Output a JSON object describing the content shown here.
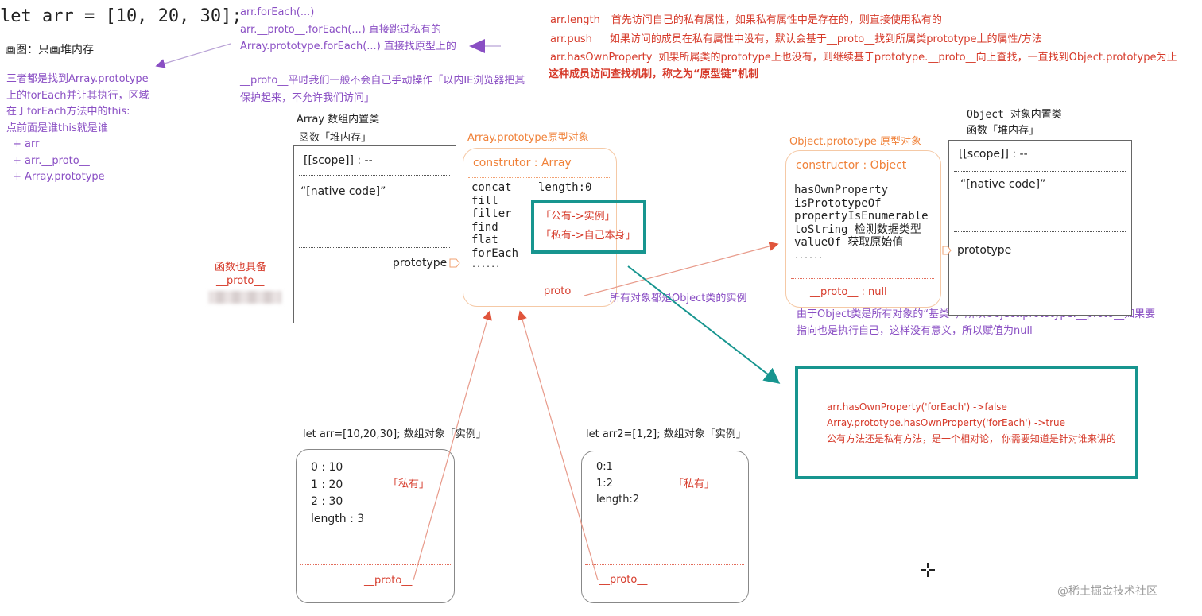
{
  "code_line": "let arr = [10, 20, 30];",
  "heading_note": "画图：只画堆内存",
  "left_notes": [
    "三者都是找到Array.prototype",
    "上的forEach并让其执行，区域",
    "在于forEach方法中的this:",
    "点前面是谁this就是谁",
    "+ arr",
    "+ arr.__proto__",
    "+ Array.prototype"
  ],
  "top_mid_notes": [
    "arr.forEach(...)",
    "arr.__proto__.forEach(...)  直接跳过私有的",
    "Array.prototype.forEach(...)  直接找原型上的",
    "———",
    "__proto__平时我们一般不会自己手动操作「以内IE浏览器把其",
    "保护起来，不允许我们访问」"
  ],
  "top_right_notes": [
    {
      "key": "arr.length",
      "text": "首先访问自己的私有属性，如果私有属性中是存在的，则直接使用私有的"
    },
    {
      "key": "arr.push",
      "text": "如果访问的成员在私有属性中没有，默认会基于__proto__找到所属类prototype上的属性/方法"
    },
    {
      "key": "arr.hasOwnProperty",
      "text": "如果所属类的prototype上也没有，则继续基于prototype.__proto__向上查找，一直找到Object.prototype为止"
    }
  ],
  "top_right_conclusion": "这种成员访问查找机制，称之为“原型链”机制",
  "array_class": {
    "title1": "Array 数组内置类",
    "title2": "函数「堆内存」",
    "scope": "[[scope]] : --",
    "native": "“[native code]”",
    "prototype": "prototype"
  },
  "func_note1": "函数也具备",
  "func_note2": "__proto__",
  "array_proto": {
    "title": "Array.prototype原型对象",
    "constructor": "construtor : Array",
    "methods": [
      "concat",
      "fill",
      "filter",
      "find",
      "flat",
      "forEach",
      "......"
    ],
    "length": "length:0",
    "proto": "__proto__"
  },
  "public_private": [
    "「公有->实例」",
    "「私有->自己本身」"
  ],
  "all_objects_note": "所有对象都是Object类的实例",
  "object_proto": {
    "title": "Object.prototype 原型对象",
    "constructor": "constructor : Object",
    "methods": [
      "hasOwnProperty",
      "isPrototypeOf",
      "propertyIsEnumerable",
      "toString 检测数据类型",
      "valueOf 获取原始值",
      "......"
    ],
    "proto": "__proto__   : null"
  },
  "object_note": [
    "由于Object类是所有对象的“基类”，所以Object.prototype.__proto__如果要",
    "指向也是执行自己，这样没有意义，所以赋值为null"
  ],
  "object_class": {
    "title1": "Object 对象内置类",
    "title2": "函数「堆内存」",
    "scope": "[[scope]] : --",
    "native": "“[native code]”",
    "prototype": "prototype"
  },
  "teal_box": [
    "arr.hasOwnProperty('forEach') ->false",
    "Array.prototype.hasOwnProperty('forEach') ->true",
    "公有方法还是私有方法，是一个相对论， 你需要知道是针对谁来讲的"
  ],
  "instance1": {
    "title": "let arr=[10,20,30];  数组对象「实例」",
    "rows": [
      "0 :  10",
      "1 :   20",
      "2 :   30",
      "length :   3"
    ],
    "private": "「私有」",
    "proto": "__proto__"
  },
  "instance2": {
    "title": "let arr2=[1,2];  数组对象「实例」",
    "rows": [
      "0:1",
      "1:2",
      "length:2"
    ],
    "private": "「私有」",
    "proto": "__proto__"
  },
  "watermark": "@稀土掘金技术社区",
  "colors": {
    "purple": "#8a4fc4",
    "red": "#d63a2a",
    "orange": "#f0823a",
    "teal": "#17958f"
  }
}
